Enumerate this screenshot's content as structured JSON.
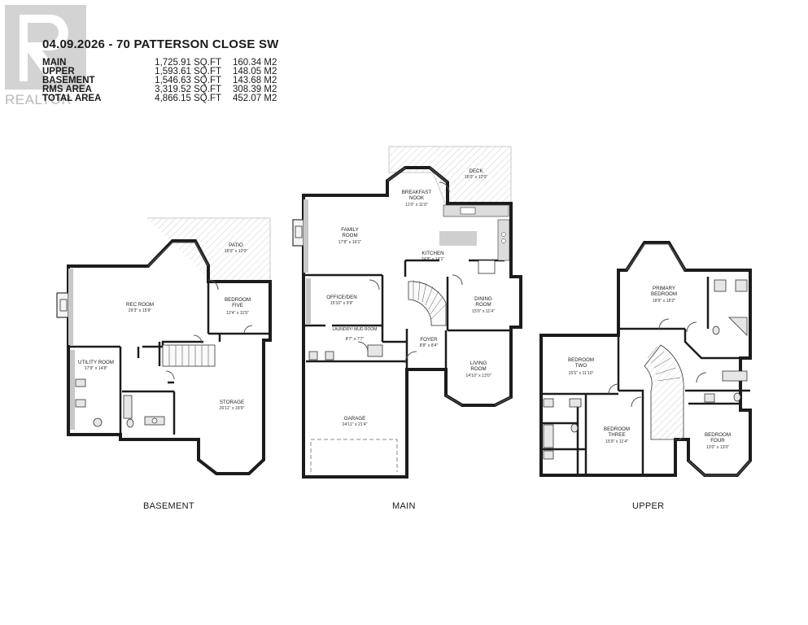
{
  "header": {
    "title": "04.09.2026 - 70 PATTERSON CLOSE SW",
    "areas": [
      {
        "label": "MAIN",
        "sqft": "1,725.91 SQ.FT",
        "m2": "160.34 M2"
      },
      {
        "label": "UPPER",
        "sqft": "1,593.61 SQ.FT",
        "m2": "148.05 M2"
      },
      {
        "label": "BASEMENT",
        "sqft": "1,546.63 SQ.FT",
        "m2": "143.68 M2"
      },
      {
        "label": "RMS AREA",
        "sqft": "3,319.52 SQ.FT",
        "m2": "308.39 M2"
      },
      {
        "label": "TOTAL AREA",
        "sqft": "4,866.15 SQ.FT",
        "m2": "452.07 M2"
      }
    ]
  },
  "watermark": "REALTOR",
  "floors": {
    "basement": {
      "label": "BASEMENT",
      "rooms": {
        "patio": {
          "name": "PATIO",
          "dims": "16'0\" x 12'0\""
        },
        "rec_room": {
          "name": "REC ROOM",
          "dims": "29'3\" x 15'9\""
        },
        "bedroom_five": {
          "name": "BEDROOM FIVE",
          "dims": "12'4\" x 11'5\""
        },
        "utility_room": {
          "name": "UTILITY ROOM",
          "dims": "17'9\" x 14'8\""
        },
        "storage": {
          "name": "STORAGE",
          "dims": "26'11\" x 18'9\""
        }
      }
    },
    "main": {
      "label": "MAIN",
      "rooms": {
        "deck": {
          "name": "DECK",
          "dims": "16'0\" x 12'0\""
        },
        "breakfast_nook": {
          "name": "BREAKFAST NOOK",
          "dims": "11'0\" x 11'0\""
        },
        "family_room": {
          "name": "FAMILY ROOM",
          "dims": "17'8\" x 16'1\""
        },
        "kitchen": {
          "name": "KITCHEN",
          "dims": "24'8\" x 14'1\""
        },
        "office_den": {
          "name": "OFFICE/DEN",
          "dims": "15'10\" x 9'9\""
        },
        "dining_room": {
          "name": "DINING ROOM",
          "dims": "15'0\" x 11'4\""
        },
        "laundry": {
          "name": "LAUNDRY/ MUD ROOM",
          "dims": "8'7\" x 7'7\""
        },
        "foyer": {
          "name": "FOYER",
          "dims": "8'8\" x 8'4\""
        },
        "living_room": {
          "name": "LIVING ROOM",
          "dims": "14'10\" x 13'0\""
        },
        "garage": {
          "name": "GARAGE",
          "dims": "24'11\" x 21'4\""
        }
      }
    },
    "upper": {
      "label": "UPPER",
      "rooms": {
        "primary_bedroom": {
          "name": "PRIMARY BEDROOM",
          "dims": "18'9\" x 18'2\""
        },
        "bedroom_two": {
          "name": "BEDROOM TWO",
          "dims": "15'5\" x 11'10\""
        },
        "bedroom_three": {
          "name": "BEDROOM THREE",
          "dims": "15'9\" x 11'4\""
        },
        "bedroom_four": {
          "name": "BEDROOM FOUR",
          "dims": "13'0\" x 13'0\""
        }
      }
    }
  }
}
